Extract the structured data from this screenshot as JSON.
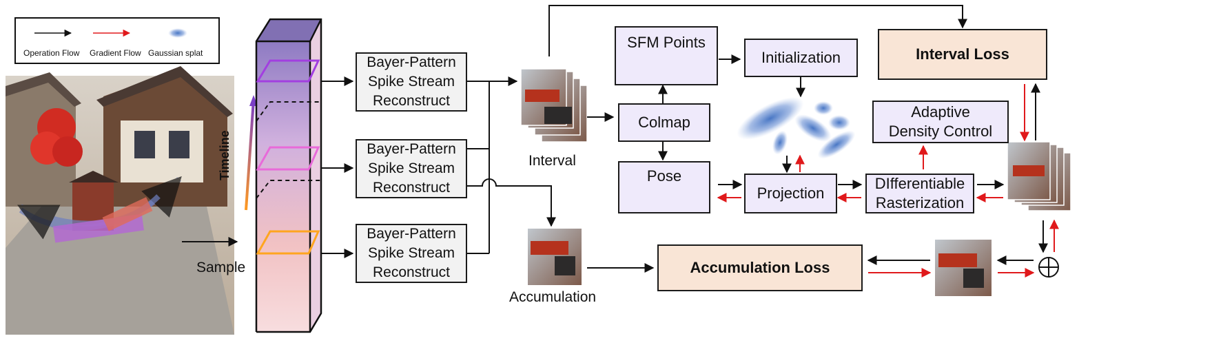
{
  "legend": {
    "operation_flow": "Operation Flow",
    "gradient_flow": "Gradient Flow",
    "gaussian_splat": "Gaussian splat"
  },
  "labels": {
    "sample": "Sample",
    "timeline": "Timeline",
    "interval": "Interval",
    "accumulation": "Accumulation"
  },
  "reconstruct_boxes": [
    {
      "line1": "Bayer-Pattern",
      "line2": "Spike Stream",
      "line3": "Reconstruct"
    },
    {
      "line1": "Bayer-Pattern",
      "line2": "Spike Stream",
      "line3": "Reconstruct"
    },
    {
      "line1": "Bayer-Pattern",
      "line2": "Spike Stream",
      "line3": "Reconstruct"
    }
  ],
  "nodes": {
    "sfm_points": "SFM Points",
    "initialization": "Initialization",
    "interval_loss": "Interval Loss",
    "colmap": "Colmap",
    "adaptive_density_1": "Adaptive",
    "adaptive_density_2": "Density Control",
    "pose": "Pose",
    "projection": "Projection",
    "rasterization_1": "DIfferentiable",
    "rasterization_2": "Rasterization",
    "accumulation_loss": "Accumulation Loss",
    "sum_symbol": "⊕"
  },
  "colors": {
    "operation_arrow": "#111111",
    "gradient_arrow": "#e0191b",
    "gaussian_blue": "#3e6fc1",
    "interval_loss_fill": "#f9e5d6",
    "node_fill": "#efeafb",
    "reconstruct_fill": "#f2f2f2",
    "timeline_start": "#ff9a1f",
    "timeline_end": "#7b3fc7"
  }
}
